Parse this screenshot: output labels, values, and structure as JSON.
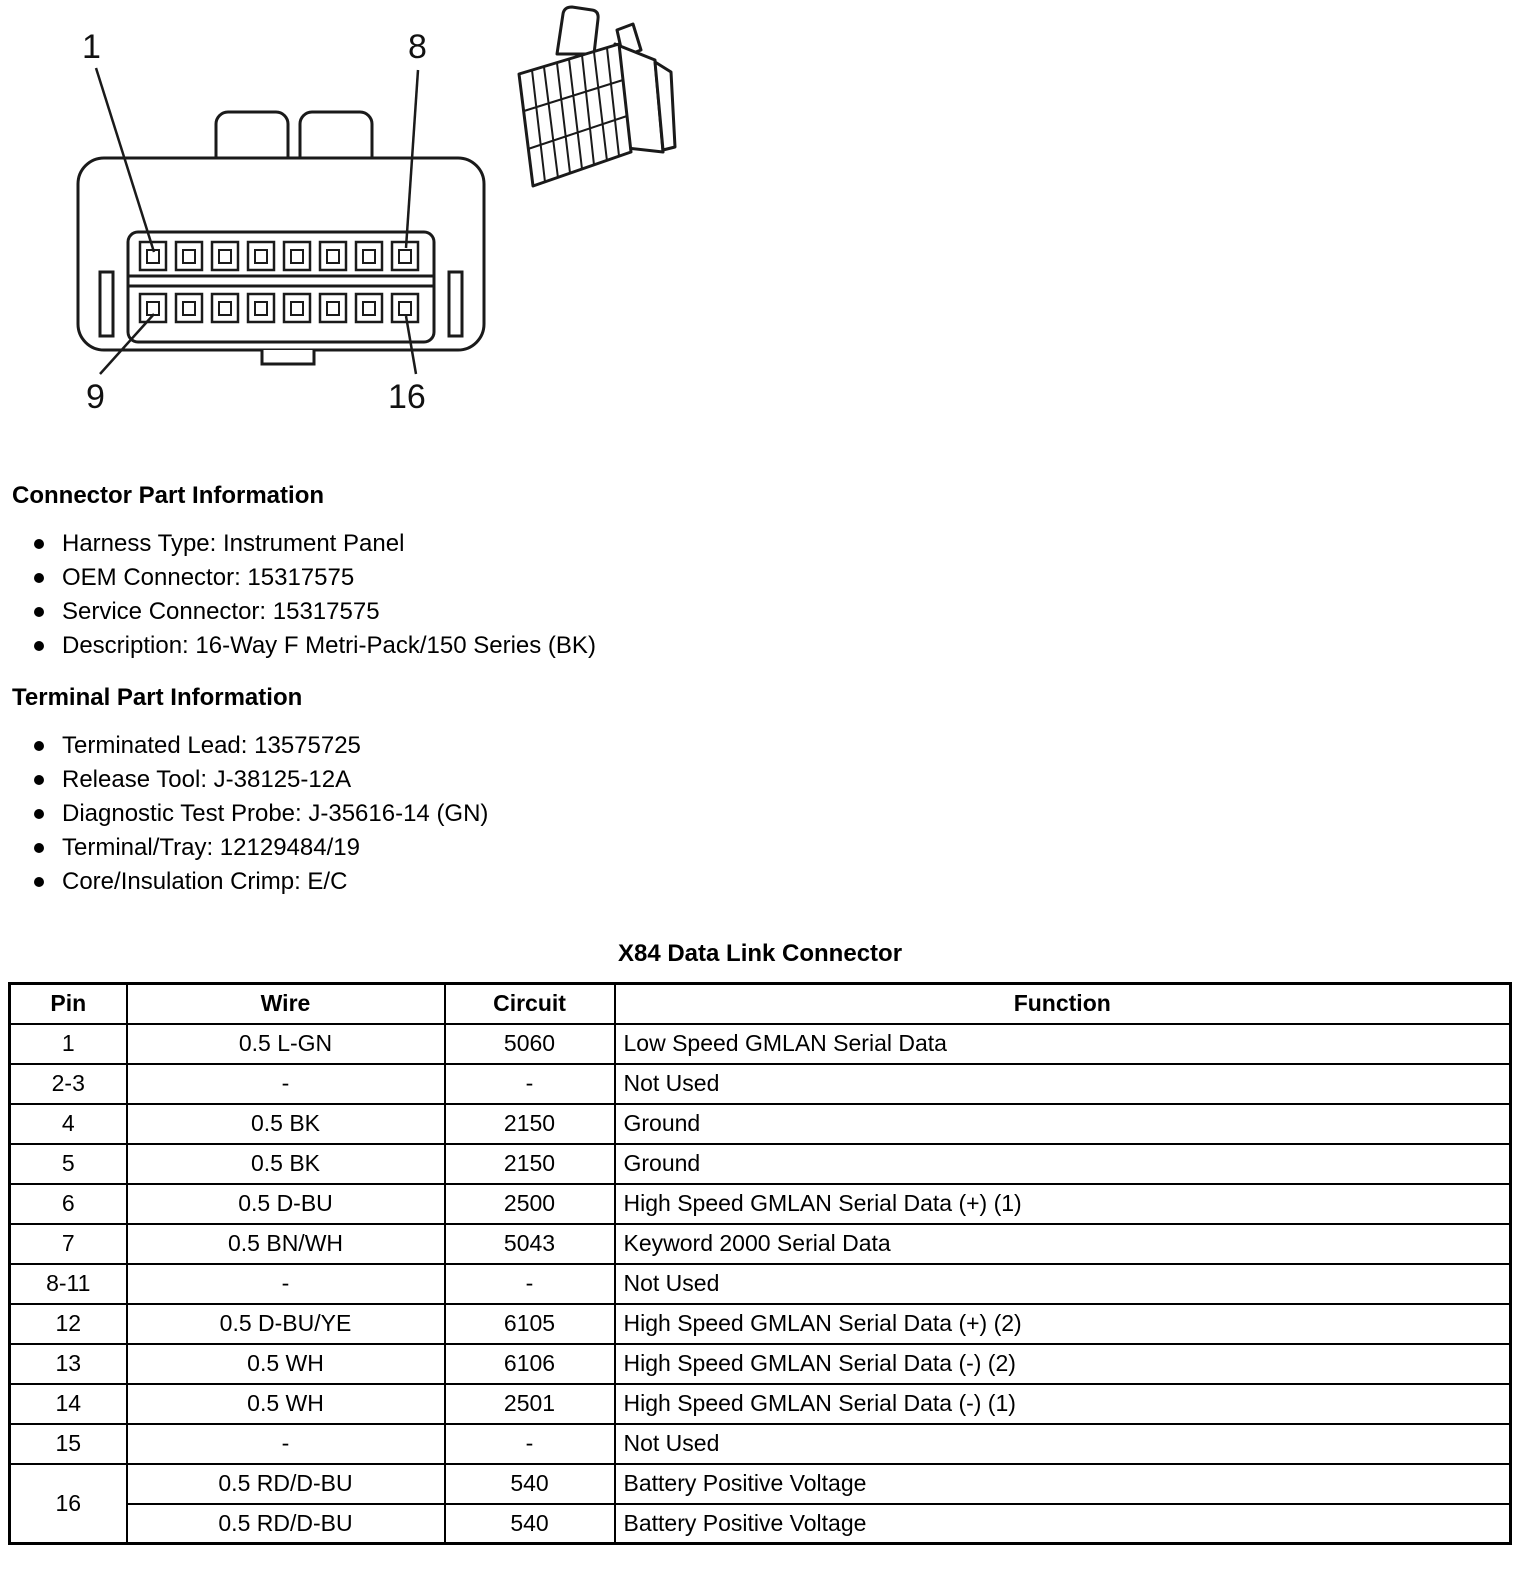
{
  "diagram": {
    "callouts": {
      "top_left": "1",
      "top_right": "8",
      "bottom_left": "9",
      "bottom_right": "16"
    }
  },
  "connector_info": {
    "heading": "Connector Part Information",
    "items": [
      "Harness Type: Instrument Panel",
      "OEM Connector: 15317575",
      "Service Connector: 15317575",
      "Description: 16-Way F Metri-Pack/150 Series (BK)"
    ]
  },
  "terminal_info": {
    "heading": "Terminal Part Information",
    "items": [
      "Terminated Lead: 13575725",
      "Release Tool: J-38125-12A",
      "Diagnostic Test Probe: J-35616-14 (GN)",
      "Terminal/Tray: 12129484/19",
      "Core/Insulation Crimp: E/C"
    ]
  },
  "table": {
    "title": "X84 Data Link Connector",
    "headers": {
      "pin": "Pin",
      "wire": "Wire",
      "circuit": "Circuit",
      "function": "Function"
    },
    "rows": [
      {
        "pin": "1",
        "wire": "0.5 L-GN",
        "circuit": "5060",
        "function": "Low Speed GMLAN Serial Data"
      },
      {
        "pin": "2-3",
        "wire": "-",
        "circuit": "-",
        "function": "Not Used"
      },
      {
        "pin": "4",
        "wire": "0.5 BK",
        "circuit": "2150",
        "function": "Ground"
      },
      {
        "pin": "5",
        "wire": "0.5 BK",
        "circuit": "2150",
        "function": "Ground"
      },
      {
        "pin": "6",
        "wire": "0.5 D-BU",
        "circuit": "2500",
        "function": "High Speed GMLAN Serial Data (+) (1)"
      },
      {
        "pin": "7",
        "wire": "0.5 BN/WH",
        "circuit": "5043",
        "function": "Keyword 2000 Serial Data"
      },
      {
        "pin": "8-11",
        "wire": "-",
        "circuit": "-",
        "function": "Not Used"
      },
      {
        "pin": "12",
        "wire": "0.5 D-BU/YE",
        "circuit": "6105",
        "function": "High Speed GMLAN Serial Data (+) (2)"
      },
      {
        "pin": "13",
        "wire": "0.5 WH",
        "circuit": "6106",
        "function": "High Speed GMLAN Serial Data (-) (2)"
      },
      {
        "pin": "14",
        "wire": "0.5 WH",
        "circuit": "2501",
        "function": "High Speed GMLAN Serial Data (-) (1)"
      },
      {
        "pin": "15",
        "wire": "-",
        "circuit": "-",
        "function": "Not Used"
      },
      {
        "pin": "16",
        "wire": "0.5 RD/D-BU",
        "circuit": "540",
        "function": "Battery Positive Voltage"
      },
      {
        "wire": "0.5 RD/D-BU",
        "circuit": "540",
        "function": "Battery Positive Voltage"
      }
    ]
  }
}
